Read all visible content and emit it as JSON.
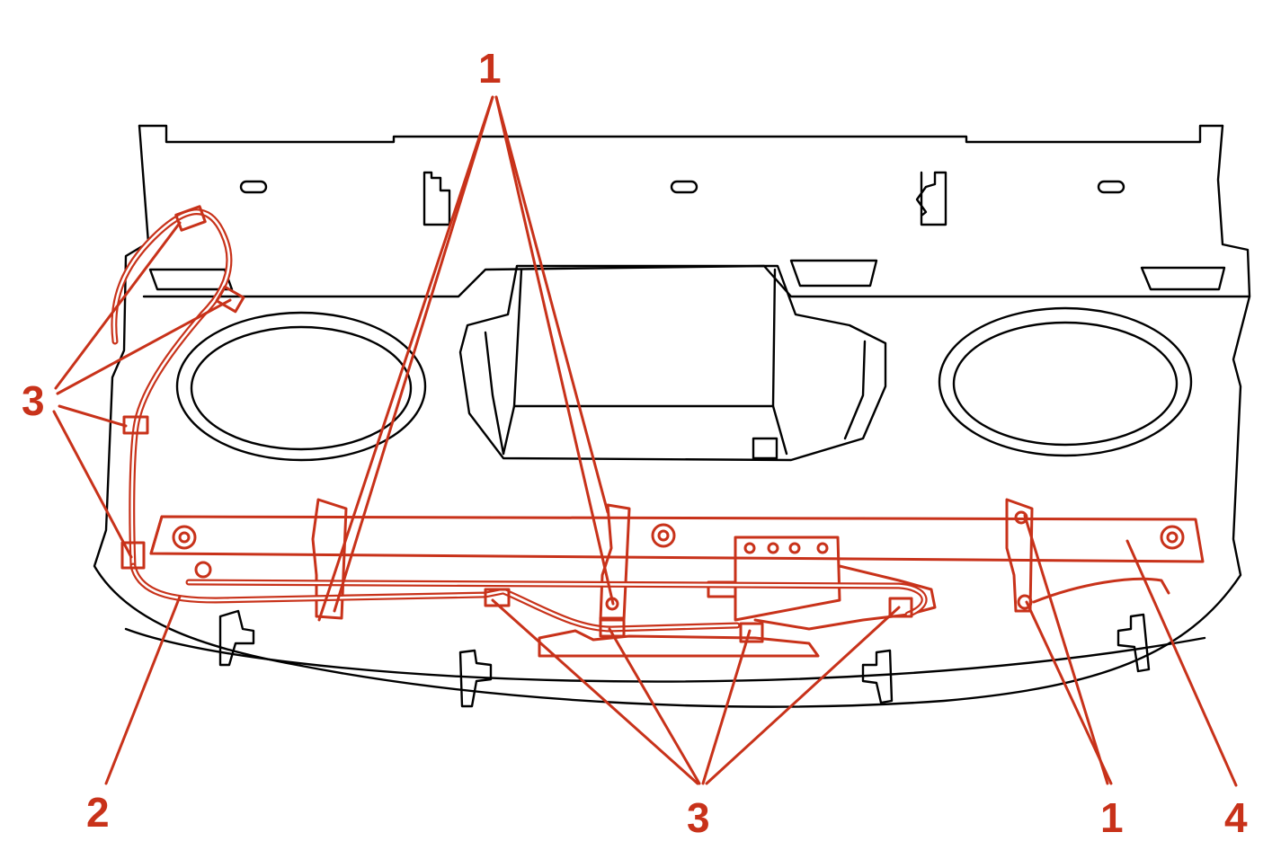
{
  "colors": {
    "highlight": "#c8321a",
    "line": "#000000",
    "background": "#ffffff"
  },
  "callouts": {
    "top_1": "1",
    "left_3": "3",
    "bottom_2": "2",
    "bottom_3": "3",
    "bottom_1": "1",
    "bottom_4": "4"
  }
}
